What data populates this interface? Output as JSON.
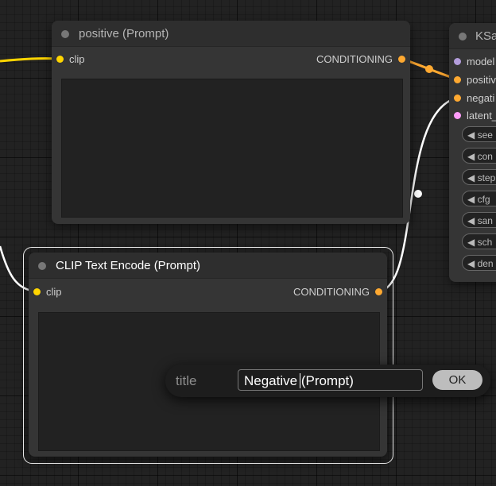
{
  "nodes": {
    "positive": {
      "title": "positive (Prompt)",
      "input_label": "clip",
      "output_label": "CONDITIONING"
    },
    "clip_text_encode": {
      "title": "CLIP Text Encode (Prompt)",
      "input_label": "clip",
      "output_label": "CONDITIONING"
    },
    "ksampler": {
      "title": "KSa",
      "inputs": [
        "model",
        "positiv",
        "negati",
        "latent_"
      ],
      "widgets": [
        "◀ see",
        "◀ con",
        "◀ step",
        "◀ cfg",
        "◀ san",
        "◀ sch",
        "◀ den"
      ]
    }
  },
  "rename_dialog": {
    "label": "title",
    "value": "Negative (Prompt)",
    "ok_label": "OK"
  },
  "colors": {
    "clip_slot": "#ffd500",
    "conditioning_slot": "#ffa931",
    "model_slot": "#b39ddb",
    "latent_slot": "#ff9cf9"
  }
}
